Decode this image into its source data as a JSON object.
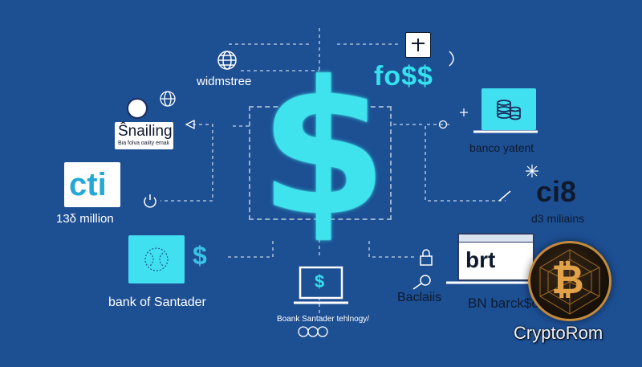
{
  "labels": {
    "widmstree": "widmstree",
    "foso": "fo$$",
    "nailing_title": "Ŝnailing",
    "nailing_sub": "Bia folva oaiity emak",
    "cti": "cti",
    "million": "13δ million",
    "banco": "banco yatent",
    "ci8": "ci8",
    "milhoes": "d3 miliains",
    "santander": "bank of Santader",
    "tech": "Boank Santader tehlnogy/",
    "baclaiis": "Baclaiis",
    "brt": "brt",
    "bn": "BN barck$old",
    "crypto": "CryptoRom",
    "laptop_dollar": "$",
    "big_dollar": "$",
    "small_dollar": "$",
    "bitcoin_symbol": "₿"
  },
  "colors": {
    "background": "#1d4f93",
    "accent": "#3fe3ee",
    "tile": "#41e0f0",
    "text_dark": "#0f1a2e"
  },
  "icons": [
    "globe-icon",
    "plus-icon",
    "coin-stack-icon",
    "sparkle-icon",
    "dollar-icon",
    "laptop-icon",
    "bitcoin-icon",
    "power-icon",
    "magnifier-icon"
  ]
}
